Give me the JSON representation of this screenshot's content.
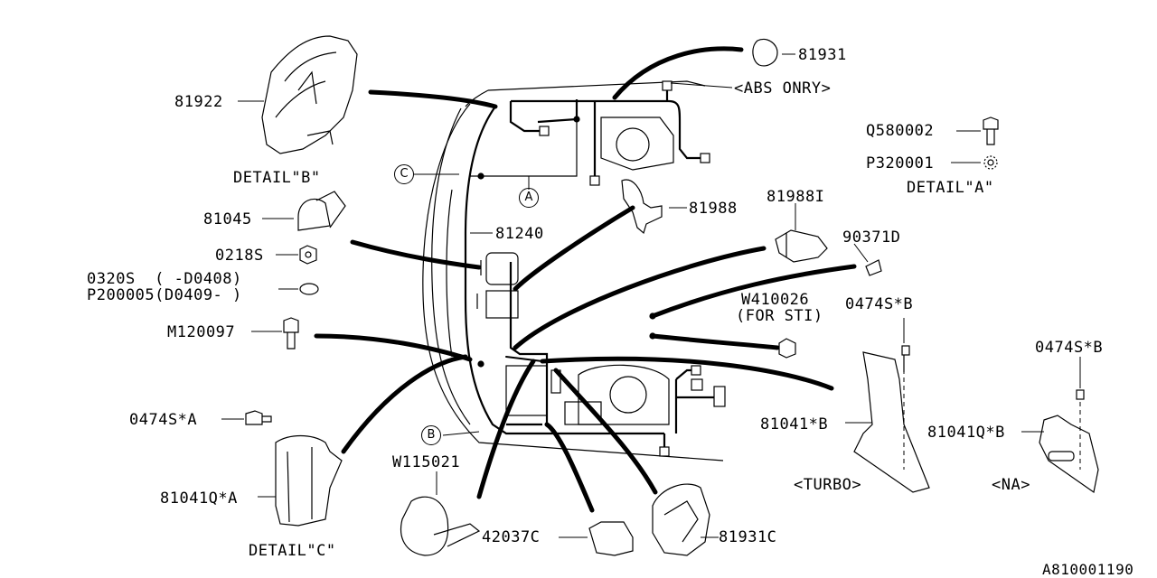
{
  "diagram_id": "A810001190",
  "parts": {
    "p81922": "81922",
    "p81931": "81931",
    "abs_only": "<ABS ONRY>",
    "q580002": "Q580002",
    "p320001": "P320001",
    "detail_a": "DETAIL\"A\"",
    "detail_b": "DETAIL\"B\"",
    "detail_c": "DETAIL\"C\"",
    "p81045": "81045",
    "p81240": "81240",
    "p81988": "81988",
    "p81988i": "81988I",
    "p90371d": "90371D",
    "p0218s": "0218S",
    "p0320s": "0320S  ( -D0408)",
    "p200005": "P200005(D0409- )",
    "m120097": "M120097",
    "w410026": "W410026",
    "for_sti": "(FOR STI)",
    "p0474s_b1": "0474S*B",
    "p0474s_b2": "0474S*B",
    "p0474s_a": "0474S*A",
    "p81041_b": "81041*B",
    "p81041q_b": "81041Q*B",
    "turbo": "<TURBO>",
    "na": "<NA>",
    "p81041q_a": "81041Q*A",
    "w115021": "W115021",
    "p42037c": "42037C",
    "p81931c": "81931C"
  },
  "callouts": {
    "a": "A",
    "b": "B",
    "c": "C"
  }
}
